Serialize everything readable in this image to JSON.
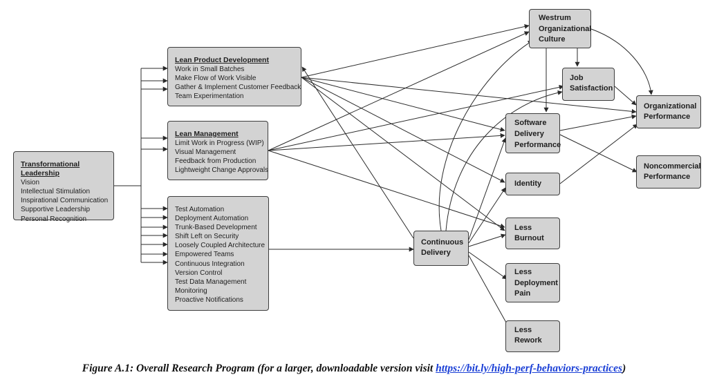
{
  "nodes": {
    "tl": {
      "head": "Transformational Leadership",
      "items": [
        "Vision",
        "Intellectual Stimulation",
        "Inspirational Communication",
        "Supportive Leadership",
        "Personal Recognition"
      ]
    },
    "lpd": {
      "head": "Lean Product Development",
      "items": [
        "Work in Small Batches",
        "Make Flow of Work Visible",
        "Gather & Implement Customer Feedback",
        "Team Experimentation"
      ]
    },
    "lm": {
      "head": "Lean Management",
      "items": [
        "Limit Work in Progress (WIP)",
        "Visual Management",
        "Feedback from Production",
        "Lightweight Change Approvals"
      ]
    },
    "tech": {
      "items": [
        "Test Automation",
        "Deployment Automation",
        "Trunk-Based Development",
        "Shift Left on Security",
        "Loosely Coupled Architecture",
        "Empowered Teams",
        "Continuous Integration",
        "Version Control",
        "Test Data Management",
        "Monitoring",
        "Proactive Notifications"
      ]
    },
    "cd": {
      "lines": [
        "Continuous",
        "Delivery"
      ]
    },
    "woc": {
      "lines": [
        "Westrum",
        "Organizational",
        "Culture"
      ]
    },
    "js": {
      "lines": [
        "Job",
        "Satisfaction"
      ]
    },
    "sdp": {
      "lines": [
        "Software",
        "Delivery",
        "Performance"
      ]
    },
    "identity": {
      "lines": [
        "Identity"
      ]
    },
    "burnout": {
      "lines": [
        "Less",
        "Burnout"
      ]
    },
    "pain": {
      "lines": [
        "Less",
        "Deployment",
        "Pain"
      ]
    },
    "rework": {
      "lines": [
        "Less",
        "Rework"
      ]
    },
    "op": {
      "lines": [
        "Organizational",
        "Performance"
      ]
    },
    "ncp": {
      "lines": [
        "Noncommercial",
        "Performance"
      ]
    }
  },
  "caption": {
    "text": "Figure A.1: Overall Research Program (for a larger, downloadable version visit ",
    "link": "https://bit.ly/high-perf-behaviors-practices",
    "end": ")"
  },
  "colors": {
    "box_fill": "#d3d3d3",
    "box_border": "#3c3c3c",
    "line": "#2a2a2a",
    "link": "#1a3fd6"
  }
}
